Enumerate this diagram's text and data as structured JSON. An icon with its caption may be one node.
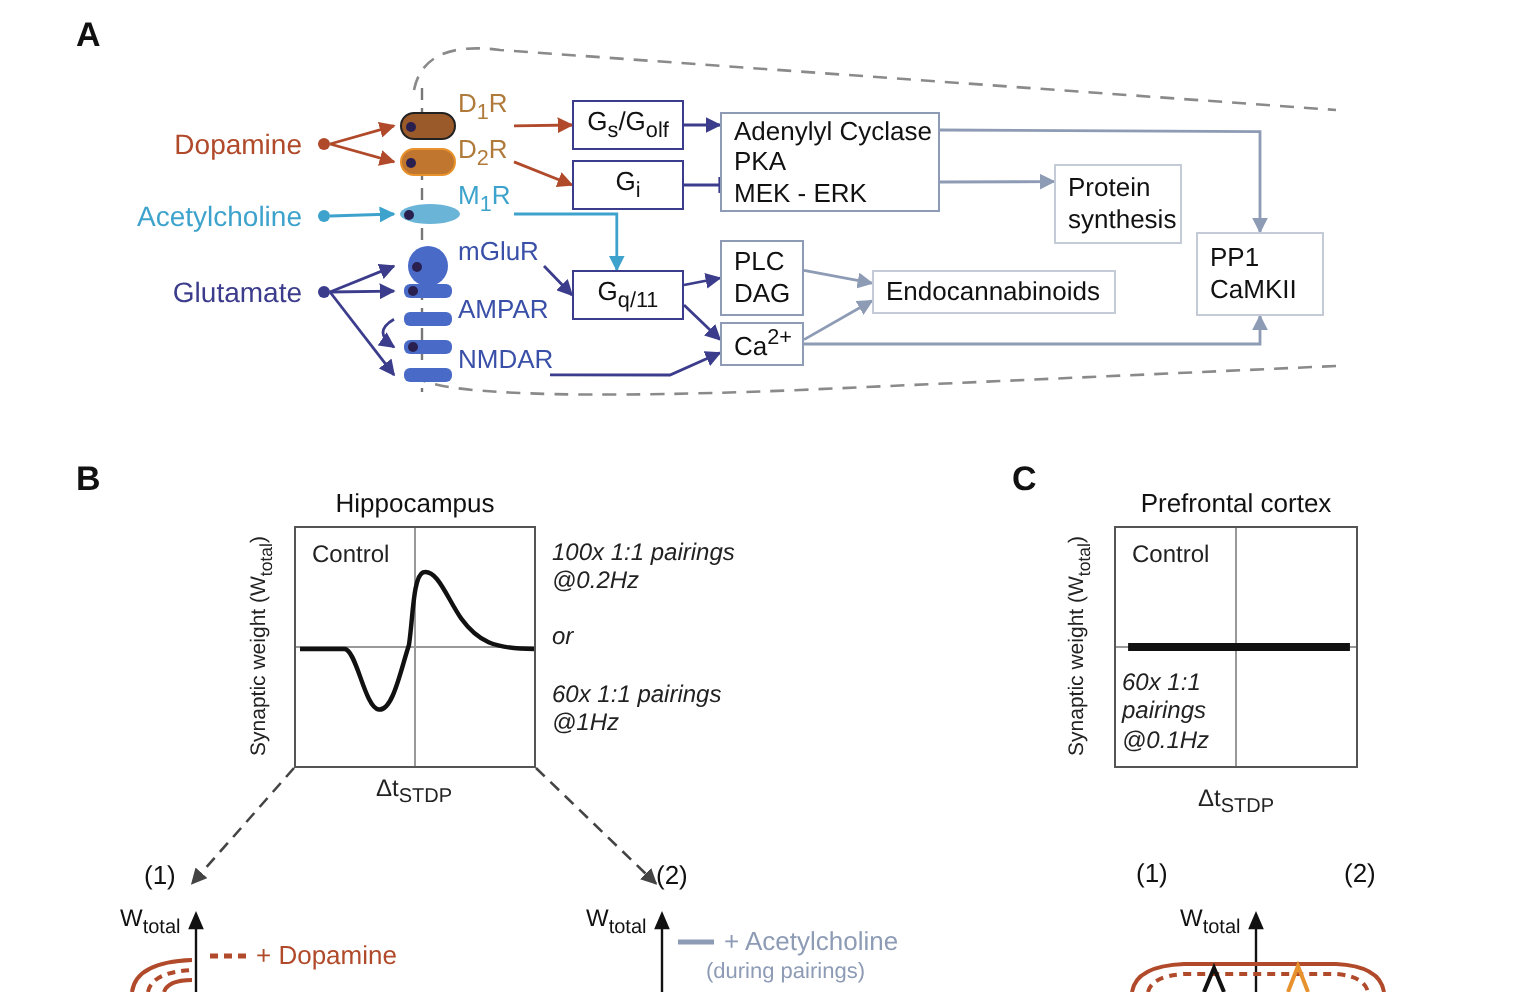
{
  "diagram": {
    "nodes": [
      {
        "text": [
          "Dopamine"
        ]
      },
      {
        "text": [
          "Acetylcholine"
        ]
      },
      {
        "text": [
          "Glutamate"
        ]
      },
      {
        "text": [
          "D$_{1}$R"
        ]
      },
      {
        "text": [
          "D$_{2}$R"
        ]
      },
      {
        "text": [
          "M$_{1}$R"
        ]
      },
      {
        "text": [
          "mGluR"
        ]
      },
      {
        "text": [
          "AMPAR"
        ]
      },
      {
        "text": [
          "NMDAR"
        ]
      },
      {
        "text": [
          "G$_{s}$/G$_{olf}$"
        ]
      },
      {
        "text": [
          "G$_{i}$"
        ]
      },
      {
        "text": [
          "G$_{q/11}$"
        ]
      },
      {
        "text": [
          "Adenylyl Cyclase",
          "PKA",
          "MEK - ERK"
        ]
      },
      {
        "text": [
          "Protein synthesis"
        ]
      },
      {
        "text": [
          "PLC",
          "DAG"
        ]
      },
      {
        "text": [
          "Ca$^{2+}$"
        ]
      },
      {
        "text": [
          "Endocannabinoids"
        ]
      },
      {
        "text": [
          "PP1",
          "CaMKII"
        ]
      },
      {
        "text": [
          "Hippocampus",
          "Control"
        ],
        "beside": [
          "Synaptic weight (W$_{total}$)",
          "Δt$_{STDP}$",
          "100x 1:1 pairings @0.2Hz",
          "or",
          "60x 1:1 pairings @1Hz"
        ]
      },
      {
        "text": [
          "(1)"
        ]
      },
      {
        "text": [
          "(2)"
        ]
      },
      {
        "text": [
          "Prefrontal cortex",
          "Control",
          "60x 1:1 pairings @0.1Hz"
        ],
        "beside": [
          "Synaptic weight (W$_{total}$)",
          "Δt$_{STDP}$"
        ]
      }
    ],
    "edges": [
      {
        "from": 0,
        "to": 3,
        "arrow": "to",
        "color": "#b04a2a"
      },
      {
        "from": 0,
        "to": 4,
        "arrow": "to",
        "color": "#b04a2a"
      },
      {
        "from": 1,
        "to": 5,
        "arrow": "to",
        "color": "#3ea3cc"
      },
      {
        "from": 2,
        "to": 6,
        "arrow": "to"
      },
      {
        "from": 2,
        "to": 7,
        "arrow": "to"
      },
      {
        "from": 2,
        "to": 8,
        "arrow": "to"
      },
      {
        "from": 7,
        "to": 8,
        "arrow": "to"
      },
      {
        "from": 3,
        "to": 9,
        "arrow": "to",
        "color": "#b04a2a"
      },
      {
        "from": 4,
        "to": 10,
        "arrow": "to",
        "color": "#b04a2a"
      },
      {
        "from": 5,
        "to": 11,
        "arrow": "to",
        "color": "#3ea3cc"
      },
      {
        "from": 6,
        "to": 11,
        "arrow": "to"
      },
      {
        "from": 11,
        "to": 14,
        "arrow": "to"
      },
      {
        "from": 11,
        "to": 15,
        "arrow": "to"
      },
      {
        "from": 8,
        "to": 15,
        "arrow": "to"
      },
      {
        "from": 9,
        "to": 12,
        "arrow": "to"
      },
      {
        "from": 10,
        "to": 12,
        "arrow": "other"
      },
      {
        "from": 12,
        "to": 13,
        "arrow": "to",
        "color": "#8d9bb5"
      },
      {
        "from": 12,
        "to": 17,
        "arrow": "to",
        "color": "#8d9bb5"
      },
      {
        "from": 14,
        "to": 16,
        "arrow": "to",
        "color": "#8d9bb5"
      },
      {
        "from": 15,
        "to": 16,
        "arrow": "to",
        "color": "#8d9bb5"
      },
      {
        "from": 15,
        "to": 17,
        "arrow": "to",
        "color": "#8d9bb5"
      },
      {
        "from": 18,
        "to": 19,
        "arrow": "to",
        "style": "dashed",
        "color": "#444444"
      },
      {
        "from": 18,
        "to": 20,
        "arrow": "to",
        "style": "dashed",
        "color": "#444444"
      }
    ],
    "labels": [
      "A",
      "B",
      "C",
      "(1)",
      "(2)",
      "W$_{total}$",
      "W$_{total}$",
      "W$_{total}$",
      "(during pairings)"
    ],
    "legend": [
      {
        "text": "+ Dopamine"
      },
      {
        "text": "+ Acetylcholine"
      }
    ]
  }
}
